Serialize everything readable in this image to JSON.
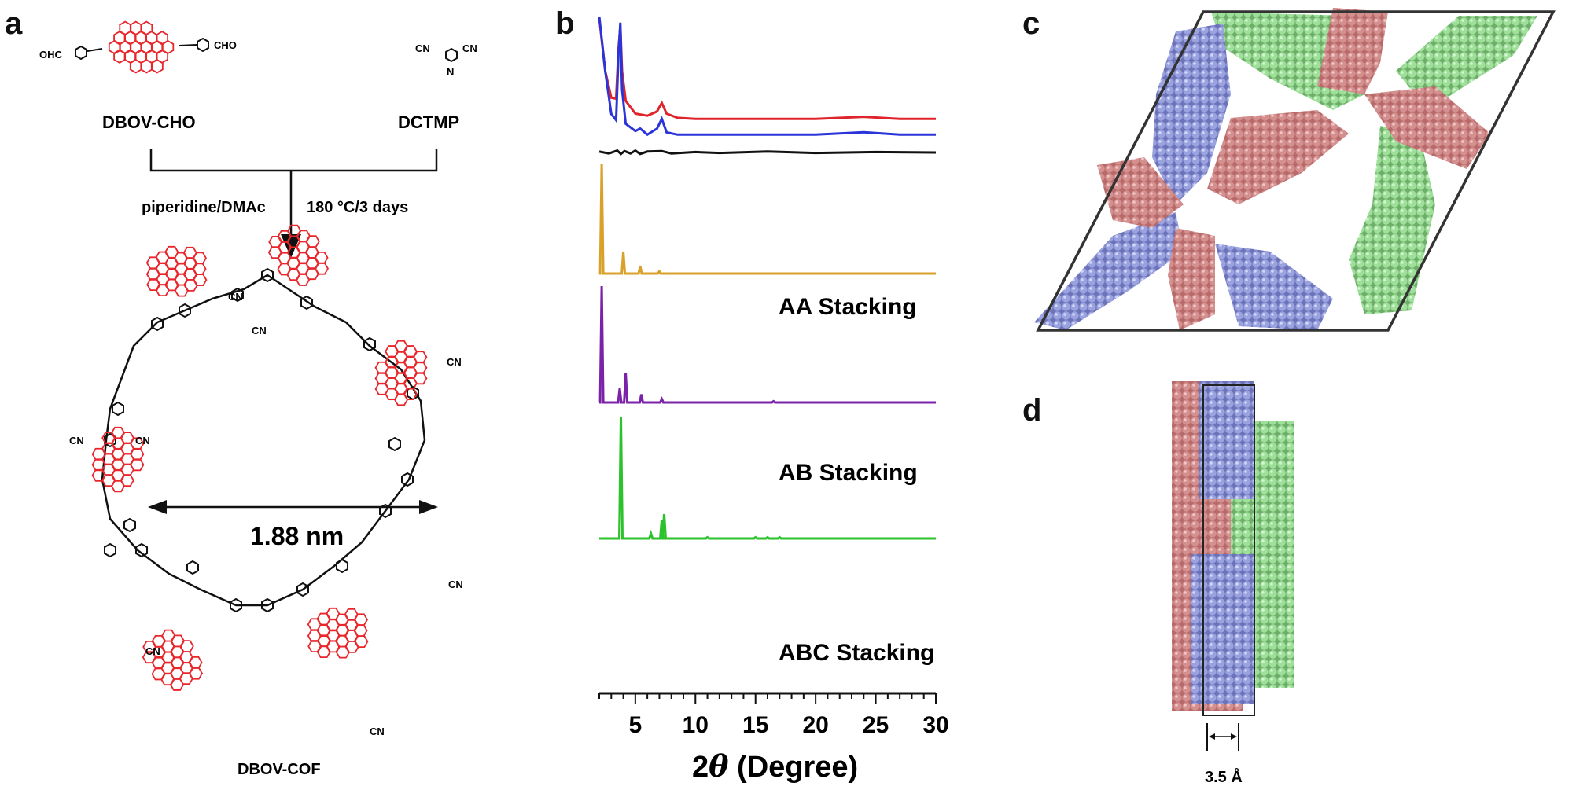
{
  "panels": {
    "a": {
      "label": "a",
      "reagent_left": "DBOV-CHO",
      "reagent_right": "DCTMP",
      "cho_label": "OHC",
      "cho_label_right": "CHO",
      "cn_label": "CN",
      "n_label": "N",
      "conditions_left": "piperidine/DMAc",
      "conditions_right": "180 °C/3 days",
      "pore_size": "1.88 nm",
      "product": "DBOV-COF"
    },
    "b": {
      "label": "b"
    },
    "c": {
      "label": "c"
    },
    "d": {
      "label": "d",
      "spacing": "3.5 Å"
    }
  },
  "colors": {
    "experimental_red": "#e0242b",
    "experimental_blue": "#2a34d8",
    "difference": "#111111",
    "AA": "#d9a12a",
    "AB": "#7a22a8",
    "ABC": "#2cc22c",
    "pink": "#c77a7a",
    "lavender": "#8f97d6",
    "green": "#8fd68a",
    "dbov_red": "#e8262b"
  },
  "chart_data": {
    "type": "line",
    "xlabel": "2θ (Degree)",
    "xlabel_prefix": "2",
    "xlabel_theta": "θ",
    "xlabel_suffix": " (Degree)",
    "xlim": [
      2,
      30
    ],
    "xticks": [
      5,
      10,
      15,
      20,
      25,
      30
    ],
    "series": [
      {
        "color": "#e0242b",
        "x": [
          2,
          2.5,
          3,
          3.4,
          3.6,
          3.75,
          3.9,
          4.2,
          5,
          6,
          6.8,
          7.2,
          7.6,
          8.5,
          10,
          15,
          20,
          24,
          27,
          30
        ],
        "y": [
          1.0,
          0.5,
          0.25,
          0.24,
          0.72,
          0.92,
          0.5,
          0.22,
          0.1,
          0.08,
          0.12,
          0.2,
          0.1,
          0.06,
          0.05,
          0.05,
          0.05,
          0.07,
          0.05,
          0.05
        ]
      },
      {
        "color": "#2a34d8",
        "x": [
          2,
          2.5,
          3,
          3.4,
          3.6,
          3.75,
          3.9,
          4.2,
          5,
          5.4,
          6,
          6.8,
          7.2,
          7.6,
          8.5,
          10,
          15,
          20,
          24,
          27,
          30
        ],
        "y": [
          1.0,
          0.55,
          0.2,
          0.15,
          0.7,
          0.95,
          0.4,
          0.12,
          0.06,
          0.08,
          0.03,
          0.08,
          0.16,
          0.05,
          0.03,
          0.03,
          0.03,
          0.03,
          0.05,
          0.03,
          0.03
        ]
      },
      {
        "color": "#111111",
        "x": [
          2,
          2.8,
          3.5,
          3.8,
          4.1,
          4.6,
          5.0,
          5.4,
          6.0,
          7.2,
          8.0,
          10,
          12,
          16,
          20,
          25,
          30
        ],
        "y": [
          0.02,
          -0.02,
          0.04,
          -0.03,
          0.03,
          -0.02,
          0.04,
          -0.03,
          0.02,
          0.03,
          -0.02,
          0.01,
          -0.01,
          0.02,
          -0.01,
          0.01,
          0.0
        ]
      },
      {
        "name": "AA Stacking",
        "color": "#d9a12a",
        "peaks": [
          [
            2.2,
            1.0
          ],
          [
            4.0,
            0.2
          ],
          [
            5.4,
            0.07
          ],
          [
            7.0,
            0.02
          ]
        ]
      },
      {
        "name": "AB Stacking",
        "color": "#7a22a8",
        "peaks": [
          [
            2.2,
            1.0
          ],
          [
            3.7,
            0.12
          ],
          [
            4.2,
            0.25
          ],
          [
            5.5,
            0.07
          ],
          [
            7.2,
            0.03
          ],
          [
            16.5,
            0.01
          ]
        ]
      },
      {
        "name": "ABC Stacking",
        "color": "#2cc22c",
        "peaks": [
          [
            3.8,
            1.0
          ],
          [
            6.3,
            0.04
          ],
          [
            7.2,
            0.15
          ],
          [
            7.4,
            0.2
          ],
          [
            11,
            0.01
          ],
          [
            15,
            0.01
          ],
          [
            16,
            0.01
          ],
          [
            17,
            0.01
          ]
        ]
      }
    ]
  }
}
